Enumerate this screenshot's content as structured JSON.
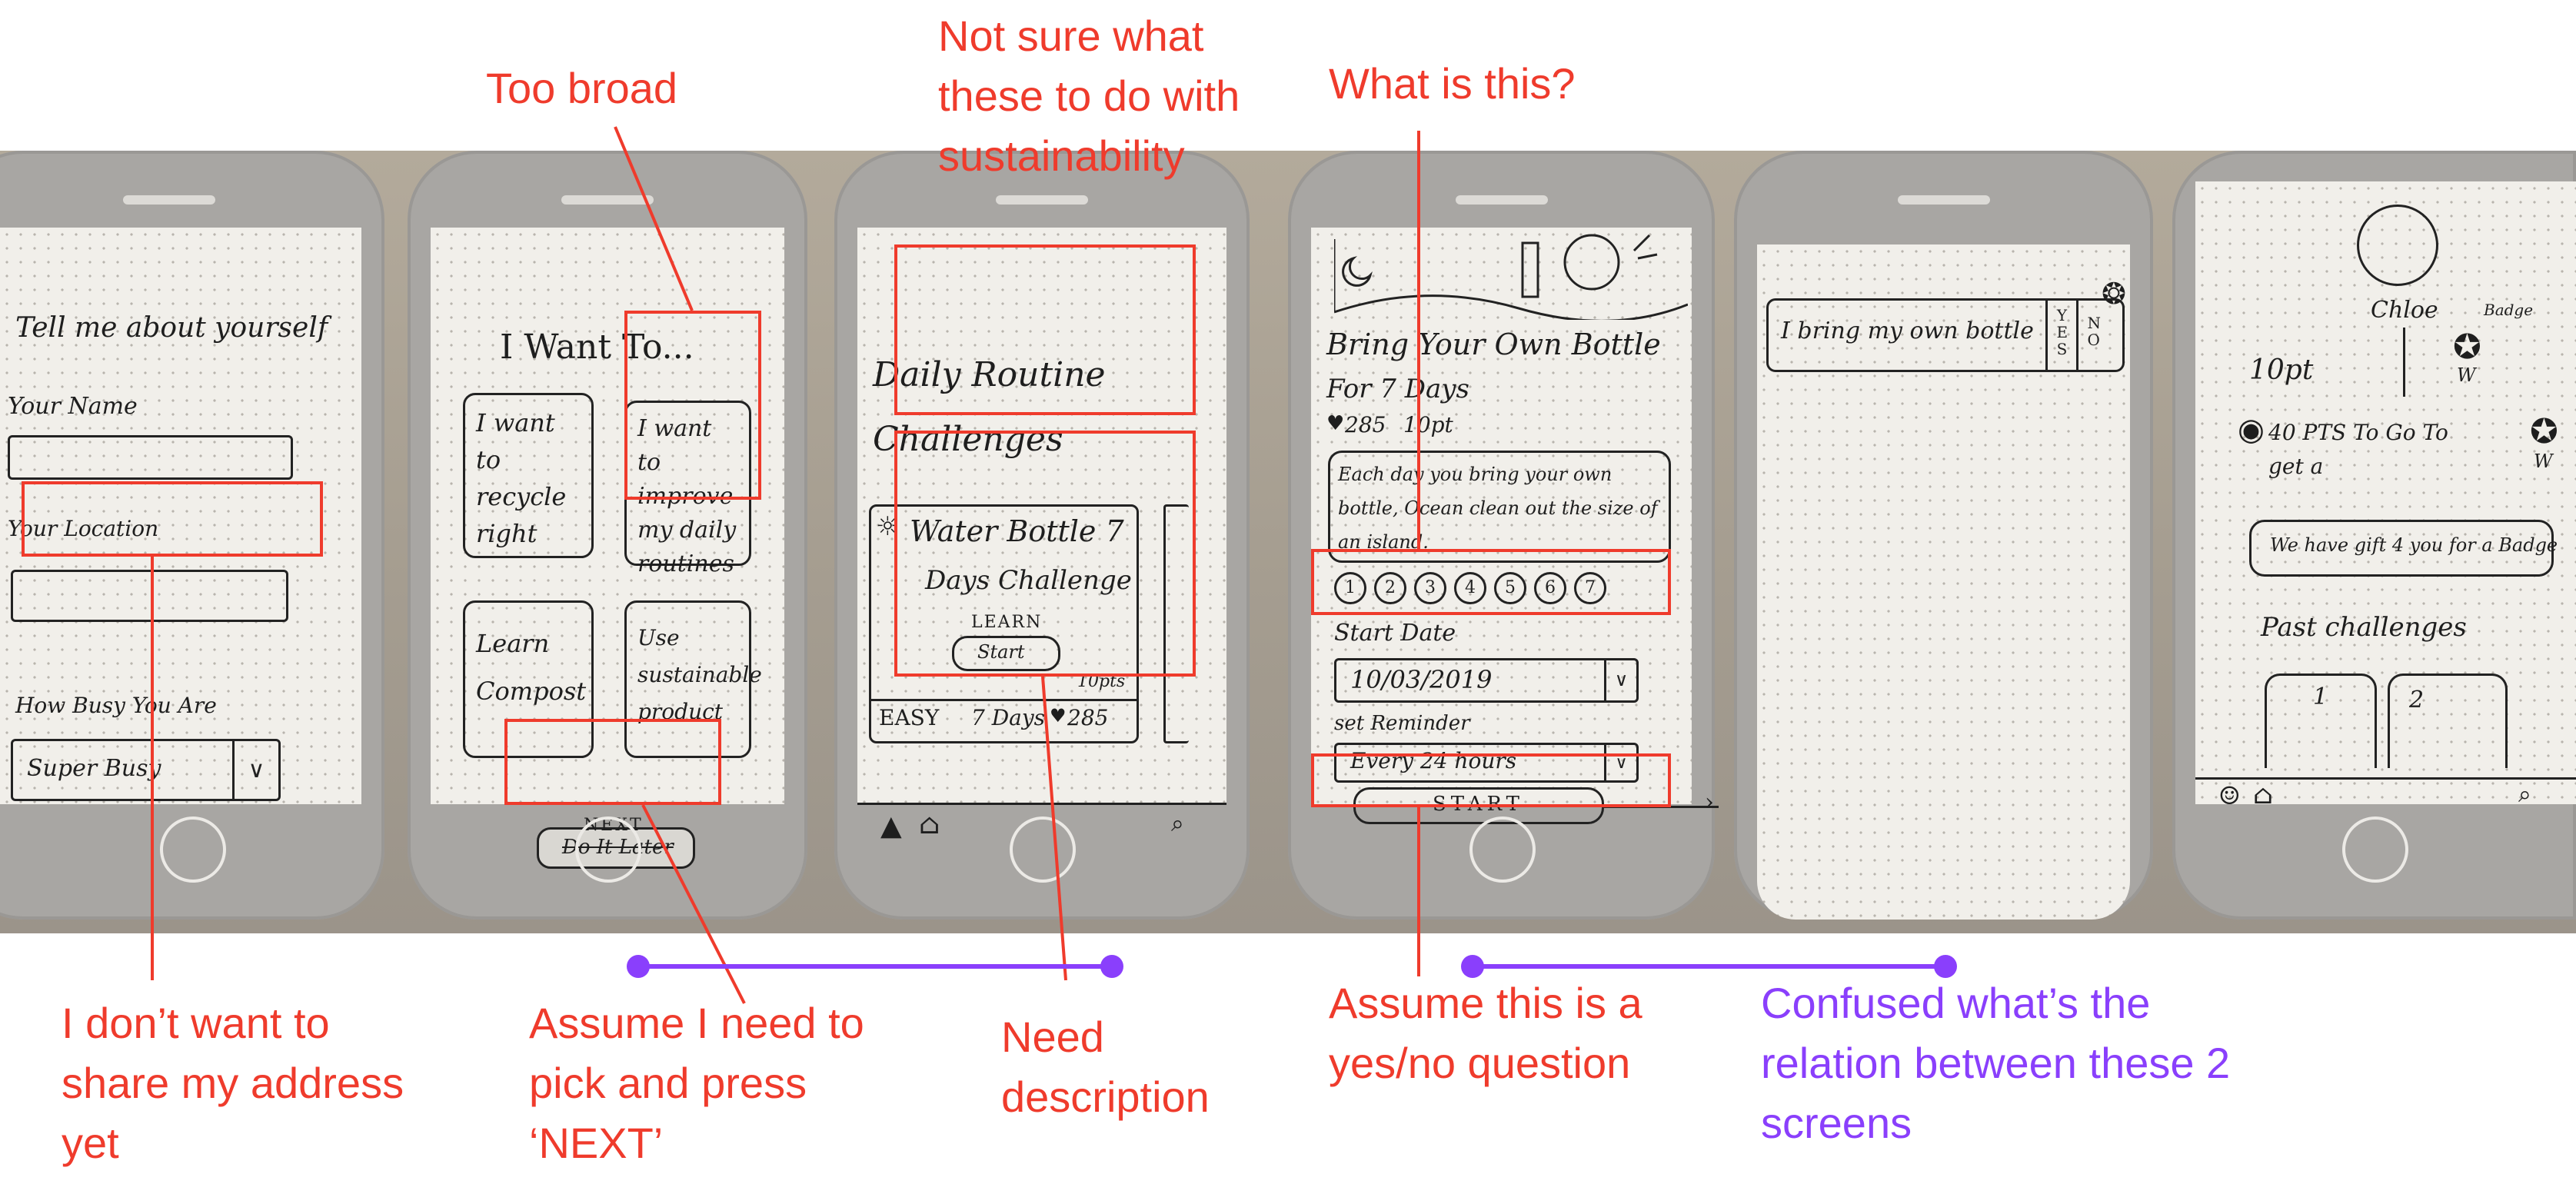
{
  "screens": {
    "profile": {
      "heading": "Tell me about yourself",
      "name_label": "Your Name",
      "location_label": "Your Location",
      "busy_label": "How Busy You Are",
      "busy_value": "Super Busy",
      "dropdown_icon": "chevron-down-icon"
    },
    "goals": {
      "heading": "I Want To...",
      "options": [
        "I want\nto recycle\nright",
        "I want\nto improve\nmy daily\nroutines",
        "Learn\nCompost",
        "Use\nsustainable\nproduct"
      ],
      "next_label": "NEXT",
      "crossed_label": "Do It Later"
    },
    "challenges": {
      "category": "Daily Routine Challenges",
      "card_title": "Water Bottle 7",
      "card_subtitle": "Days Challenge",
      "learn_label": "LEARN",
      "start_label": "Start",
      "points": "10pts",
      "difficulty": "EASY",
      "duration": "7 Days",
      "likes": "285"
    },
    "detail": {
      "title": "Bring Your Own Bottle",
      "subtitle": "For 7 Days",
      "likes": "285",
      "points": "10pt",
      "description": "Each day you bring your own bottle, Ocean clean out the size of an island.",
      "day_numbers": [
        "1",
        "2",
        "3",
        "4",
        "5",
        "6",
        "7"
      ],
      "start_date_label": "Start Date",
      "start_date_value": "10/03/2019",
      "reminder_label": "set Reminder",
      "reminder_value": "Every 24 hours",
      "start_button": "START"
    },
    "checkin": {
      "prompt": "I bring my own bottle",
      "yes_label": "YES",
      "no_label": "NO"
    },
    "profile_summary": {
      "user_name": "Chloe",
      "points": "10pt",
      "badge_label": "Badge",
      "to_go": "40 PTS To Go To get a",
      "gift_message": "We have gift 4 you for a Badge",
      "past_header": "Past challenges",
      "past_items": [
        "1",
        "2"
      ],
      "badge_letter": "W"
    }
  },
  "annotations": {
    "too_broad": "Too broad",
    "not_sure": "Not sure what these to do with sustainability",
    "what_is_this": "What is this?",
    "address": "I don’t want to share my address yet",
    "assume_next": "Assume I need to pick and press ‘NEXT’",
    "need_description": "Need description",
    "yes_no": "Assume this is a yes/no question",
    "confused": "Confused what’s the relation between these 2 screens"
  },
  "colors": {
    "annotation_red": "#ef3b2c",
    "annotation_purple": "#8a3ffc",
    "paper": "#f1efea"
  }
}
